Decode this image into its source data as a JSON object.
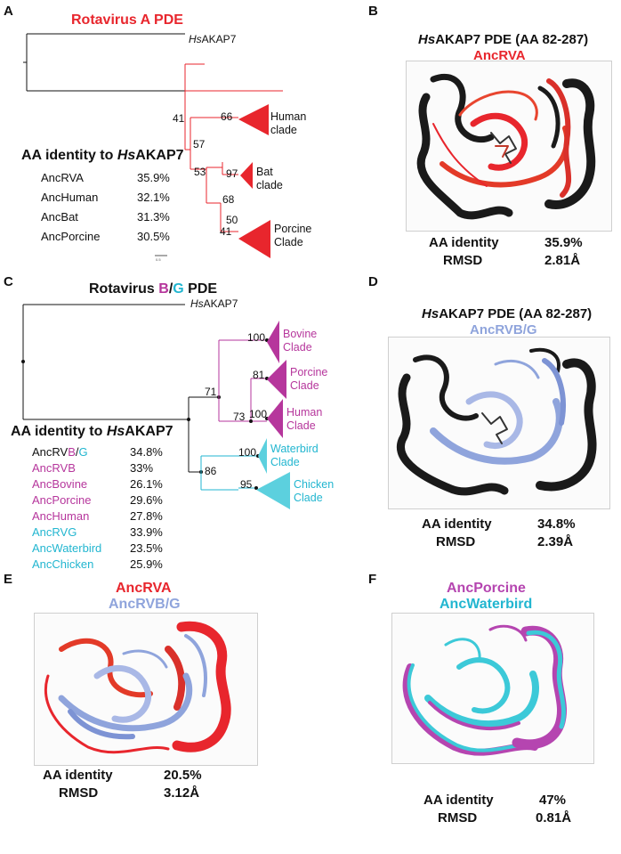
{
  "panelA": {
    "letter": "A",
    "title": "Rotavirus A PDE",
    "outgroup_prefix": "Hs",
    "outgroup_suffix": "AKAP7",
    "bootstrap": [
      "66",
      "41",
      "57",
      "97",
      "53",
      "68",
      "50",
      "41"
    ],
    "clades": [
      "Human\nclade",
      "Bat\nclade",
      "Porcine\nClade"
    ],
    "identity_prefix": "AA identity to ",
    "identity_hs": "Hs",
    "identity_suffix": "AKAP7",
    "identity": [
      {
        "name": "AncRVA",
        "value": "35.9%"
      },
      {
        "name": "AncHuman",
        "value": "32.1%"
      },
      {
        "name": "AncBat",
        "value": "31.3%"
      },
      {
        "name": "AncPorcine",
        "value": "30.5%"
      }
    ],
    "scale": "0.5"
  },
  "panelB": {
    "letter": "B",
    "title_hs": "Hs",
    "title_rest": "AKAP7 PDE (AA 82-287)",
    "subtitle": "AncRVA",
    "identity_label": "AA identity",
    "identity_value": "35.9%",
    "rmsd_label": "RMSD",
    "rmsd_value": "2.81Å"
  },
  "panelC": {
    "letter": "C",
    "title_pre": "Rotavirus ",
    "title_b": "B",
    "title_slash": "/",
    "title_g": "G",
    "title_post": " PDE",
    "outgroup_prefix": "Hs",
    "outgroup_suffix": "AKAP7",
    "bootstrap": [
      "100",
      "71",
      "81",
      "73",
      "100",
      "100",
      "86",
      "95"
    ],
    "clades": [
      "Bovine\nClade",
      "Porcine\nClade",
      "Human\nClade",
      "Waterbird\nClade",
      "Chicken\nClade"
    ],
    "identity_prefix": "AA identity to ",
    "identity_hs": "Hs",
    "identity_suffix": "AKAP7",
    "first_pre": "AncRV",
    "first_b": "B",
    "first_slash": "/",
    "first_g": "G",
    "identity": [
      {
        "name": "AncRVB/G",
        "value": "34.8%",
        "color": "#111111"
      },
      {
        "name": "AncRVB",
        "value": "33%",
        "color": "#b6369c"
      },
      {
        "name": "AncBovine",
        "value": "26.1%",
        "color": "#b6369c"
      },
      {
        "name": "AncPorcine",
        "value": "29.6%",
        "color": "#b6369c"
      },
      {
        "name": "AncHuman",
        "value": "27.8%",
        "color": "#b6369c"
      },
      {
        "name": "AncRVG",
        "value": "33.9%",
        "color": "#22b6d0"
      },
      {
        "name": "AncWaterbird",
        "value": "23.5%",
        "color": "#22b6d0"
      },
      {
        "name": "AncChicken",
        "value": "25.9%",
        "color": "#22b6d0"
      }
    ]
  },
  "panelD": {
    "letter": "D",
    "title_hs": "Hs",
    "title_rest": "AKAP7 PDE (AA 82-287)",
    "subtitle": "AncRVB/G",
    "identity_label": "AA identity",
    "identity_value": "34.8%",
    "rmsd_label": "RMSD",
    "rmsd_value": "2.39Å"
  },
  "panelE": {
    "letter": "E",
    "title1": "AncRVA",
    "title2": "AncRVB/G",
    "identity_label": "AA identity",
    "identity_value": "20.5%",
    "rmsd_label": "RMSD",
    "rmsd_value": "3.12Å"
  },
  "panelF": {
    "letter": "F",
    "title1": "AncPorcine",
    "title2": "AncWaterbird",
    "identity_label": "AA identity",
    "identity_value": "47%",
    "rmsd_label": "RMSD",
    "rmsd_value": "0.81Å"
  },
  "colors": {
    "rva_red": "#e8262d",
    "rvb_magenta": "#b6369c",
    "rvg_cyan": "#22b6d0",
    "rvbg_lavender": "#8fa4dc",
    "hs_black": "#111111",
    "porcine_magenta": "#b545b0",
    "waterbird_cyan": "#3cc9d8"
  }
}
